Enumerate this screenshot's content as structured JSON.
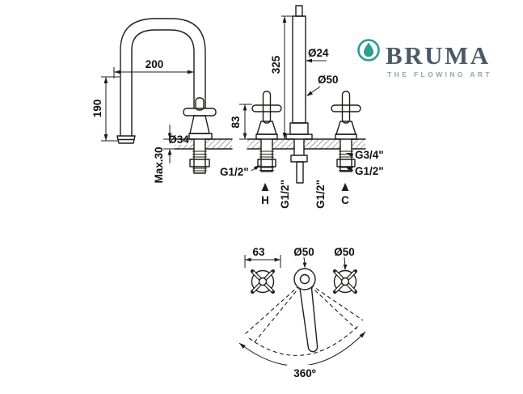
{
  "logo": {
    "brand": "BRUMA",
    "tagline": "THE FLOWING ART",
    "accent_color": "#2E9C8E",
    "brand_color": "#4C5A68"
  },
  "side_view": {
    "reach": "200",
    "outlet_height": "190",
    "base_diameter": "Ø34",
    "max_thickness": "Max.30"
  },
  "front_view": {
    "spout_diameter": "Ø24",
    "total_height": "325",
    "column_diameter": "Ø50",
    "handle_height": "83",
    "left_inlet": "G1/2\"",
    "spout_connection": "G3/4\"",
    "right_inlet": "G1/2\"",
    "hot": "H",
    "cold": "C",
    "hot_pipe": "G1/2\"",
    "cold_pipe": "G1/2\""
  },
  "top_view": {
    "handle_offset": "63",
    "spout_flange_diameter": "Ø50",
    "handle_diameter": "Ø50",
    "swivel_angle": "360º"
  }
}
